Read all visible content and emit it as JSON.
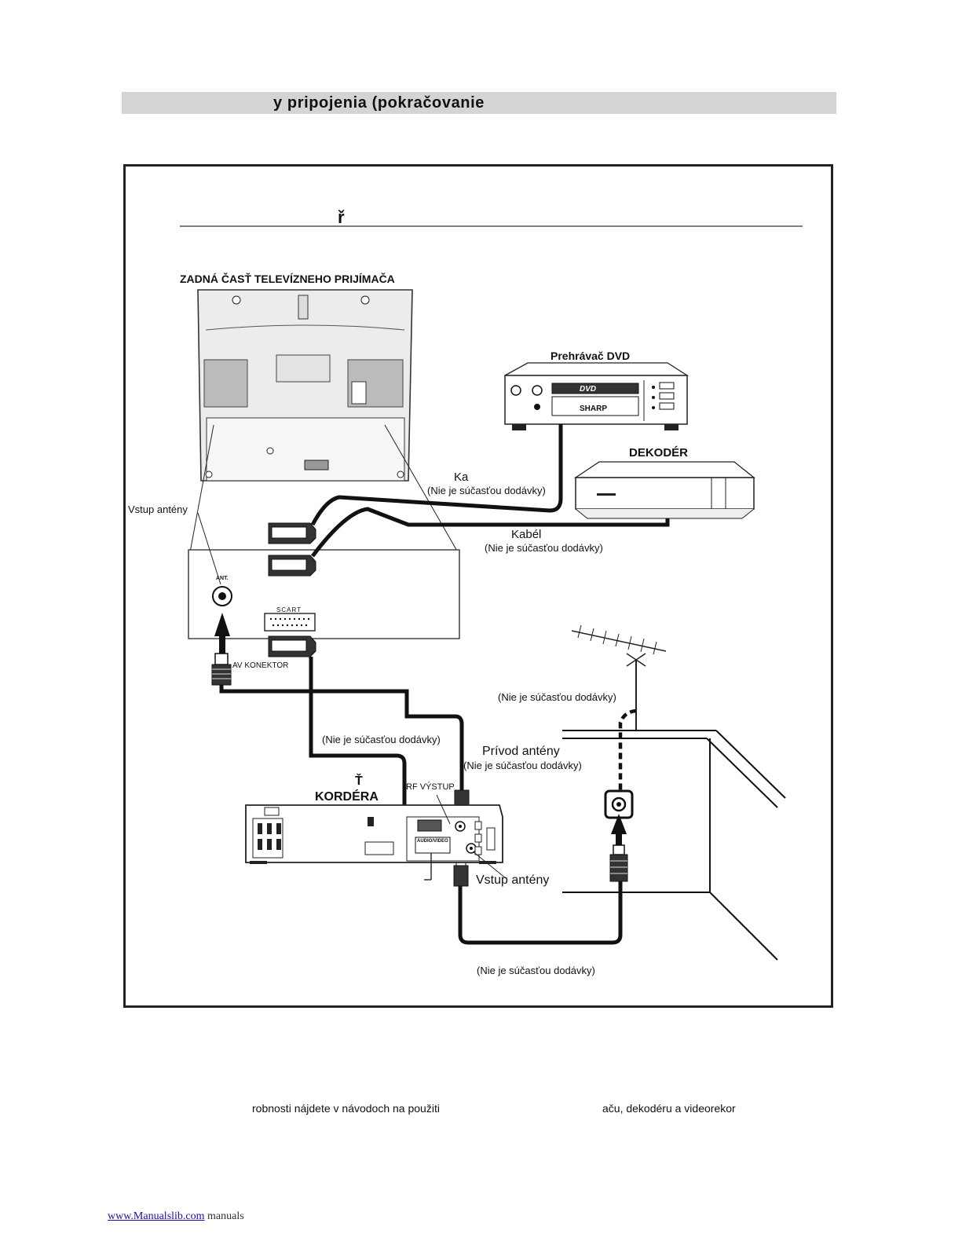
{
  "header": {
    "title": "y pripojenia (pokračovanie"
  },
  "section": {
    "heading": "ř"
  },
  "labels": {
    "tv_back": "ZADNÁ ČASŤ TELEVÍZNEHO PRIJÍMAČA",
    "dvd": "Prehrávač DVD",
    "dvd_brand": "SHARP",
    "dvd_logo": "DVD",
    "decoder": "DEKODÉR",
    "cable1": "Ka",
    "not_included_1": "(Nie je súčasťou dodávky)",
    "antenna_input_tv": "Vstup antény",
    "cable2": "Kabél",
    "not_included_2": "(Nie je súčasťou dodávky)",
    "ant": "ANT.",
    "scart": "SCART",
    "av_connector": "AV KONEKTOR",
    "not_included_3": "(Nie je súčasťou dodávky)",
    "not_included_4": "(Nie je súčasťou dodávky)",
    "antenna_lead": "Prívod antény",
    "not_included_5": "(Nie je súčasťou dodávky)",
    "vcr_1": "Ť",
    "vcr_2": "KORDÉRA",
    "rf_out": "RF VÝSTUP",
    "audio_video": "AUDIO/VIDEO",
    "antenna_input_vcr": "Vstup antény",
    "not_included_6": "(Nie je súčasťou dodávky)"
  },
  "footer": {
    "note_left": "robnosti nájdete v návodoch na použiti",
    "note_right": "aču, dekodéru a videorekor",
    "link_text": "www.Manualslib.com",
    "link_suffix": "manuals"
  }
}
